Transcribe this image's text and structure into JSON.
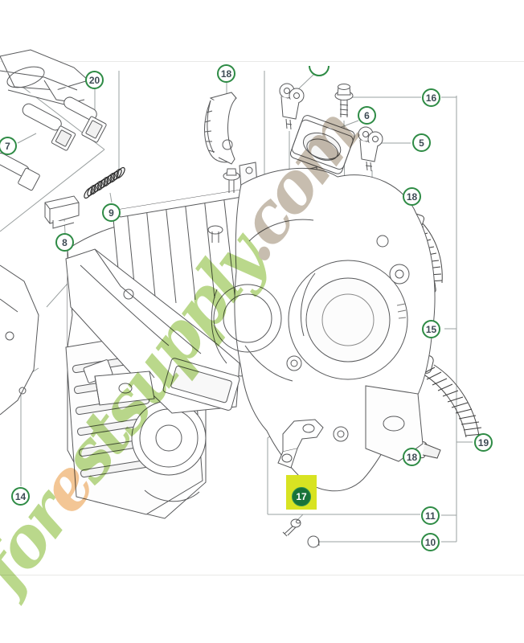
{
  "figure": {
    "kind": "exploded parts diagram",
    "highlighted_part": "17"
  },
  "style": {
    "callout_ring_color": "#2e8b45",
    "callout_text_color": "#3d4b54",
    "highlight_box_color": "#d8e322",
    "highlight_circle_color": "#187339",
    "highlight_text_color": "#ffffff",
    "line_art_color": "#58595b",
    "leader_line_color": "#9aa0a0",
    "watermark_green": "#a9cf6e",
    "watermark_orange": "#f0b87a",
    "watermark_taupe": "#b9ac9b"
  },
  "watermark": {
    "segments": [
      {
        "text": "for",
        "color": "#a9cf6e"
      },
      {
        "text": "e",
        "color": "#f0b87a"
      },
      {
        "text": "stsupply",
        "color": "#a9cf6e"
      },
      {
        "text": ".com",
        "color": "#b9ac9b"
      }
    ]
  },
  "callouts": {
    "c20": {
      "label": "20"
    },
    "c7": {
      "label": "7"
    },
    "c9": {
      "label": "9"
    },
    "c8": {
      "label": "8"
    },
    "c18a": {
      "label": "18"
    },
    "c6": {
      "label": "6"
    },
    "c16": {
      "label": "16"
    },
    "c5": {
      "label": "5"
    },
    "c18b": {
      "label": "18"
    },
    "c15": {
      "label": "15"
    },
    "c18c": {
      "label": "18"
    },
    "c19": {
      "label": "19"
    },
    "c14": {
      "label": "14"
    },
    "c17": {
      "label": "17"
    },
    "c11": {
      "label": "11"
    },
    "c10": {
      "label": "10"
    }
  }
}
